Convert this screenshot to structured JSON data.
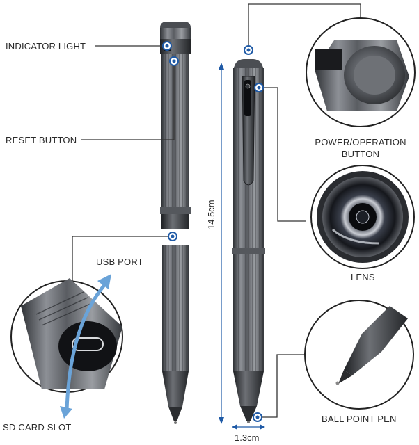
{
  "labels": {
    "indicator_light": "INDICATOR LIGHT",
    "reset_button": "RESET BUTTON",
    "power_line1": "POWER/OPERATION",
    "power_line2": "BUTTON",
    "usb_port": "USB PORT",
    "lens": "LENS",
    "sd_card_slot": "SD CARD SLOT",
    "ball_point_pen": "BALL POINT PEN"
  },
  "dimensions": {
    "length": "14.5cm",
    "width": "1.3cm"
  },
  "colors": {
    "callout_blue": "#1f5aa6",
    "arrow_blue": "#6aa3d8",
    "pen_metal_dark": "#3f4247",
    "pen_metal_light": "#8d9096",
    "leader_line": "#333333"
  },
  "icons": {
    "callout_marker": "ring-dot-icon",
    "dimension_arrow": "double-arrow-icon",
    "rotate_arrow": "curved-arrow-icon"
  }
}
